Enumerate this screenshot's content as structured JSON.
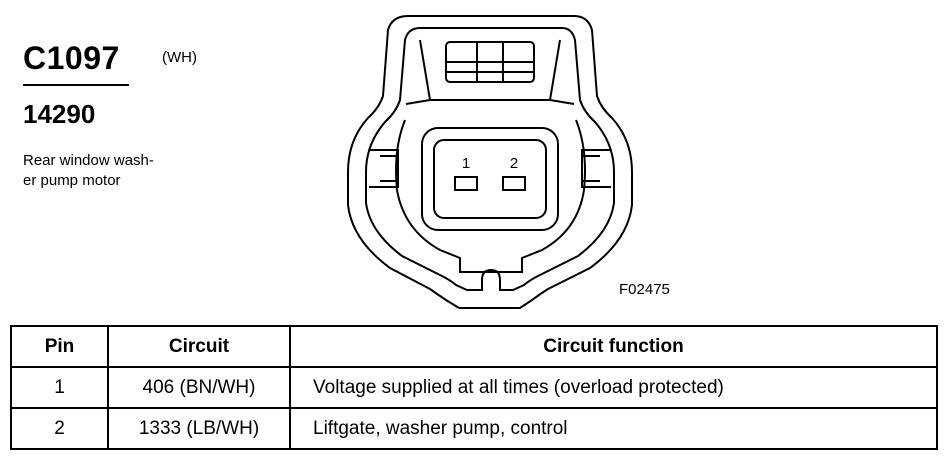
{
  "connector": {
    "id": "C1097",
    "color_code": "(WH)",
    "part_number": "14290",
    "description_line1": "Rear window wash-",
    "description_line2": "er pump motor"
  },
  "figure_code": "F02475",
  "pins_label": [
    "1",
    "2"
  ],
  "table": {
    "headers": [
      "Pin",
      "Circuit",
      "Circuit function"
    ],
    "rows": [
      {
        "pin": "1",
        "circuit": "406 (BN/WH)",
        "function": "Voltage supplied at all times (overload protected)"
      },
      {
        "pin": "2",
        "circuit": "1333 (LB/WH)",
        "function": "Liftgate, washer pump, control"
      }
    ]
  }
}
